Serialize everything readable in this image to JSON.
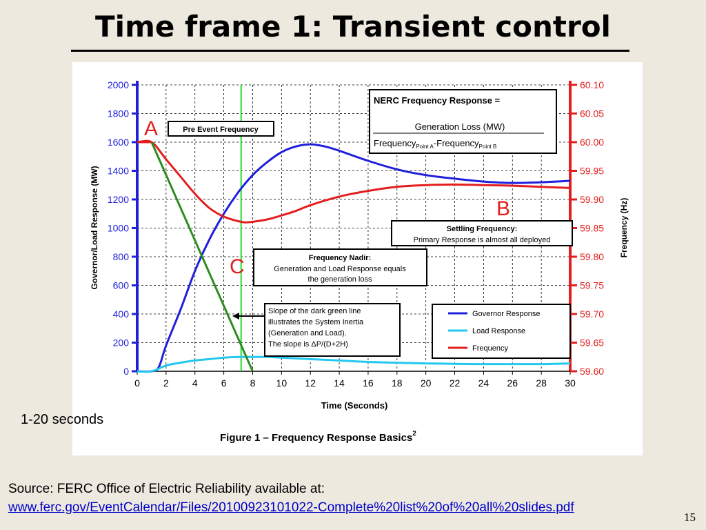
{
  "slide": {
    "title": "Time frame 1: Transient control",
    "caption": "1-20 seconds",
    "source_text": "Source: FERC Office of Electric Reliability available at:",
    "source_link": "www.ferc.gov/EventCalendar/Files/20100923101022-Complete%20list%20of%20all%20slides.pdf",
    "page_number": "15"
  },
  "chart_data": {
    "type": "line",
    "figure_title": "Figure 1 – Frequency Response Basics",
    "figure_superscript": "2",
    "xlabel": "Time (Seconds)",
    "ylabel_left": "Governor/Load Response (MW)",
    "ylabel_right": "Frequency (Hz)",
    "xlim": [
      0,
      30
    ],
    "ylim_left": [
      0,
      2000
    ],
    "ylim_right": [
      59.6,
      60.1
    ],
    "x_ticks": [
      "0",
      "2",
      "4",
      "6",
      "8",
      "10",
      "12",
      "14",
      "16",
      "18",
      "20",
      "22",
      "24",
      "26",
      "28",
      "30"
    ],
    "y_left_ticks": [
      "0",
      "200",
      "400",
      "600",
      "800",
      "1000",
      "1200",
      "1400",
      "1600",
      "1800",
      "2000"
    ],
    "y_right_ticks": [
      "59.60",
      "59.65",
      "59.70",
      "59.75",
      "59.80",
      "59.85",
      "59.90",
      "59.95",
      "60.00",
      "60.05",
      "60.10"
    ],
    "grid": true,
    "series": [
      {
        "name": "Governor Response",
        "axis": "left",
        "color": "#1f1fdc",
        "x": [
          0,
          1,
          1.5,
          2,
          3,
          4,
          5,
          6,
          7,
          8,
          9,
          10,
          11,
          12,
          13,
          14,
          16,
          18,
          20,
          22,
          24,
          26,
          28,
          30
        ],
        "y": [
          0,
          0,
          30,
          180,
          430,
          700,
          920,
          1100,
          1250,
          1370,
          1460,
          1530,
          1570,
          1585,
          1570,
          1540,
          1470,
          1410,
          1370,
          1345,
          1325,
          1315,
          1320,
          1330
        ]
      },
      {
        "name": "Load Response",
        "axis": "left",
        "color": "#22c8f0",
        "x": [
          0,
          1,
          2,
          3,
          4,
          5,
          6,
          7,
          8,
          9,
          10,
          12,
          14,
          16,
          18,
          20,
          22,
          24,
          26,
          28,
          30
        ],
        "y": [
          0,
          0,
          40,
          60,
          75,
          85,
          95,
          100,
          100,
          100,
          95,
          85,
          75,
          65,
          60,
          55,
          52,
          50,
          50,
          50,
          55
        ]
      },
      {
        "name": "Frequency",
        "axis": "right",
        "color": "#e41e1e",
        "x": [
          0,
          1,
          2,
          3,
          4,
          5,
          6,
          7,
          7.5,
          8,
          9,
          10,
          11,
          12,
          14,
          16,
          18,
          20,
          22,
          24,
          26,
          28,
          30
        ],
        "y": [
          60.0,
          60.0,
          59.97,
          59.94,
          59.91,
          59.885,
          59.87,
          59.862,
          59.86,
          59.861,
          59.865,
          59.872,
          59.88,
          59.89,
          59.905,
          59.915,
          59.922,
          59.925,
          59.926,
          59.925,
          59.924,
          59.922,
          59.92
        ]
      }
    ],
    "inertia_line": {
      "label": "dark green line",
      "color": "#2e8b20",
      "x": [
        1,
        8
      ],
      "y_left": [
        1600,
        0
      ]
    },
    "event_marker": {
      "color": "#22dd22",
      "x": 7.2
    },
    "pre_event_marker": {
      "color": "#e41e1e",
      "x": [
        0,
        1
      ],
      "y_left": [
        1600,
        1600
      ]
    },
    "points": [
      {
        "label": "A",
        "color": "#e41e1e"
      },
      {
        "label": "B",
        "color": "#e41e1e"
      },
      {
        "label": "C",
        "color": "#e41e1e"
      }
    ],
    "nerc_box": {
      "line1": "NERC Frequency Response =",
      "numerator": "Generation Loss (MW)",
      "denominator_a": "Frequency",
      "sub_a": "Point A",
      "dash": "-",
      "denominator_b": "Frequency",
      "sub_b": "Point B"
    },
    "annotations": {
      "pre_event": "Pre Event Frequency",
      "nadir_title": "Frequency Nadir:",
      "nadir_text_1": "Generation and Load Response equals",
      "nadir_text_2": "the generation loss",
      "settling_title": "Settling Frequency:",
      "settling_text": "Primary Response is almost all deployed",
      "slope_1": "Slope of the dark green line",
      "slope_2": "illustrates the System Inertia",
      "slope_3": "(Generation and Load).",
      "slope_4": "The slope is ΔP/(D+2H)"
    },
    "legend_placement": "bottom-right"
  }
}
